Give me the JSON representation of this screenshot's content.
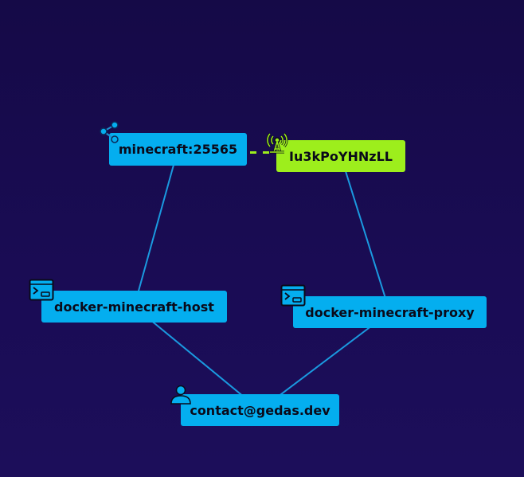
{
  "colors": {
    "node_fill": "#04aeef",
    "highlight_fill": "#9dee1c",
    "edge": "#1a9ae0",
    "dashed_edge": "#9dee1c"
  },
  "nodes": [
    {
      "id": "minecraft_port",
      "label": "minecraft:25565",
      "icon": "share-icon",
      "highlight": false
    },
    {
      "id": "key",
      "label": "Iu3kPoYHNzLL",
      "icon": "antenna-icon",
      "highlight": true
    },
    {
      "id": "host",
      "label": "docker-minecraft-host",
      "icon": "terminal-icon",
      "highlight": false
    },
    {
      "id": "proxy",
      "label": "docker-minecraft-proxy",
      "icon": "terminal-icon",
      "highlight": false
    },
    {
      "id": "contact",
      "label": "contact@gedas.dev",
      "icon": "person-icon",
      "highlight": false
    }
  ],
  "edges": [
    {
      "from": "minecraft_port",
      "to": "host",
      "style": "solid"
    },
    {
      "from": "key",
      "to": "proxy",
      "style": "solid"
    },
    {
      "from": "host",
      "to": "contact",
      "style": "solid"
    },
    {
      "from": "proxy",
      "to": "contact",
      "style": "solid"
    },
    {
      "from": "minecraft_port",
      "to": "key",
      "style": "dashed"
    }
  ]
}
